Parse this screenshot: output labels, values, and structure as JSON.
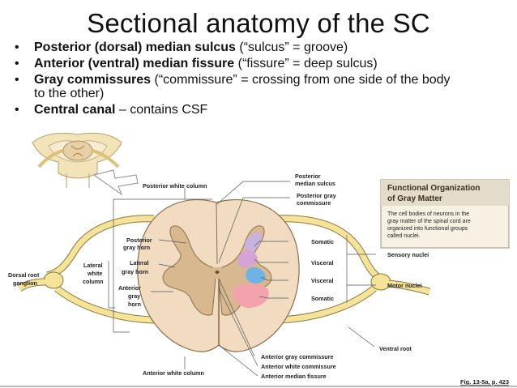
{
  "slide": {
    "title": "Sectional anatomy of the SC",
    "bullets": [
      {
        "term": "Posterior (dorsal) median sulcus",
        "rest": " (“sulcus” = groove)"
      },
      {
        "term": "Anterior (ventral) median fissure",
        "rest": " (“fissure” = deep sulcus)"
      },
      {
        "term": "Gray commissures",
        "rest": " (“commissure” = crossing from one side of the body",
        "rest2": "to the other)"
      },
      {
        "term": "Central canal",
        "rest": " – contains CSF"
      }
    ]
  },
  "figure": {
    "labels": {
      "posterior_white_column": "Posterior white column",
      "posterior_median_sulcus_1": "Posterior",
      "posterior_median_sulcus_2": "median sulcus",
      "posterior_gray_commissure_1": "Posterior gray",
      "posterior_gray_commissure_2": "commissure",
      "posterior_gray_horn_1": "Posterior",
      "posterior_gray_horn_2": "gray horn",
      "lateral_gray_horn_1": "Lateral",
      "lateral_gray_horn_2": "gray horn",
      "anterior_gray_horn_1": "Anterior",
      "anterior_gray_horn_2": "gray",
      "anterior_gray_horn_3": "horn",
      "lateral_white_column_1": "Lateral",
      "lateral_white_column_2": "white",
      "lateral_white_column_3": "column",
      "dorsal_root_ganglion_1": "Dorsal root",
      "dorsal_root_ganglion_2": "ganglion",
      "somatic_top": "Somatic",
      "visceral_1": "Visceral",
      "visceral_2": "Visceral",
      "somatic_bottom": "Somatic",
      "sensory_nuclei": "Sensory nuclei",
      "motor_nuclei": "Motor nuclei",
      "ventral_root": "Ventral root",
      "anterior_gray_commissure": "Anterior gray commissure",
      "anterior_white_commissure": "Anterior white commissure",
      "anterior_median_fissure": "Anterior median fissure",
      "anterior_white_column": "Anterior white column"
    },
    "info_box": {
      "title_1": "Functional Organization",
      "title_2": "of Gray Matter",
      "body": [
        "The cell bodies of neurons in the",
        "gray matter of the spinal cord are",
        "organized into functional groups",
        "called nuclei."
      ]
    },
    "caption": "Fig. 13-5a, p. 423",
    "colors": {
      "white_matter": "#f1dcc2",
      "gray_matter": "#d8b98f",
      "nerve": "#f6e39a",
      "nerve_outline": "#8a7a3a",
      "somatic_sensory": "#c7b3dd",
      "visceral_sensory": "#d6a3d6",
      "visceral_motor": "#6fb3e6",
      "somatic_motor": "#f2a3ab",
      "info_box_bg": "#f7f1e4",
      "info_box_header": "#e4dccb"
    }
  }
}
